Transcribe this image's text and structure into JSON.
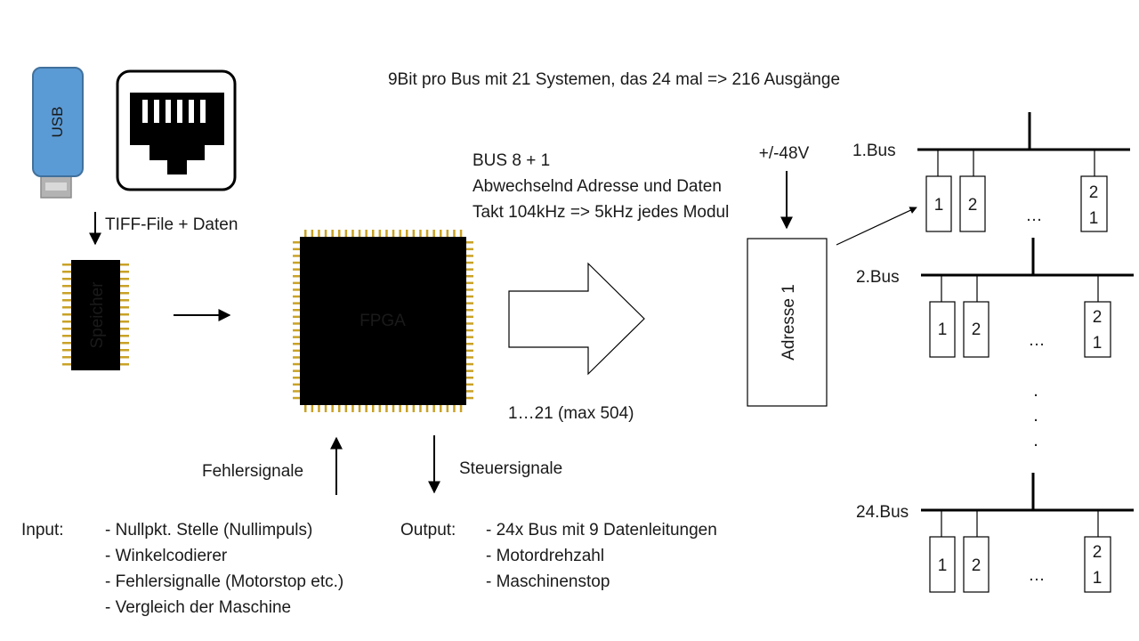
{
  "header": "9Bit pro Bus mit 21 Systemen, das 24 mal => 216 Ausgänge",
  "usb": {
    "label": "USB"
  },
  "ethernet": {
    "icon": "ethernet-port-icon"
  },
  "tiff_label": "TIFF-File + Daten",
  "memory": {
    "label": "Speicher"
  },
  "fpga": {
    "label": "FPGA",
    "count_label": "1…21 (max 504)"
  },
  "bus_info": {
    "line1": "BUS 8 + 1",
    "line2": "Abwechselnd Adresse und Daten",
    "line3": "Takt 104kHz => 5kHz jedes Modul"
  },
  "voltage": "+/-48V",
  "address_box": {
    "label": "Adresse 1"
  },
  "signals": {
    "error": "Fehlersignale",
    "control": "Steuersignale"
  },
  "input": {
    "title": "Input:",
    "items": [
      "- Nullpkt. Stelle (Nullimpuls)",
      "- Winkelcodierer",
      "- Fehlersignalle (Motorstop etc.)",
      "- Vergleich der Maschine"
    ]
  },
  "output": {
    "title": "Output:",
    "items": [
      "- 24x Bus mit 9 Datenleitungen",
      "- Motordrehzahl",
      "- Maschinenstop"
    ]
  },
  "buses": [
    {
      "label": "1.Bus",
      "box1": "1",
      "box2": "2",
      "ellipsis": "…",
      "box21_top": "2",
      "box21_bottom": "1"
    },
    {
      "label": "2.Bus",
      "box1": "1",
      "box2": "2",
      "ellipsis": "…",
      "box21_top": "2",
      "box21_bottom": "1"
    },
    {
      "label": "24.Bus",
      "box1": "1",
      "box2": "2",
      "ellipsis": "…",
      "box21_top": "2",
      "box21_bottom": "1"
    }
  ],
  "vertical_dots": ".",
  "colors": {
    "chip_pin": "#c9a227",
    "chip_text": "#c09024",
    "usb_body": "#5b9bd5",
    "usb_connector": "#a6a6a6"
  }
}
